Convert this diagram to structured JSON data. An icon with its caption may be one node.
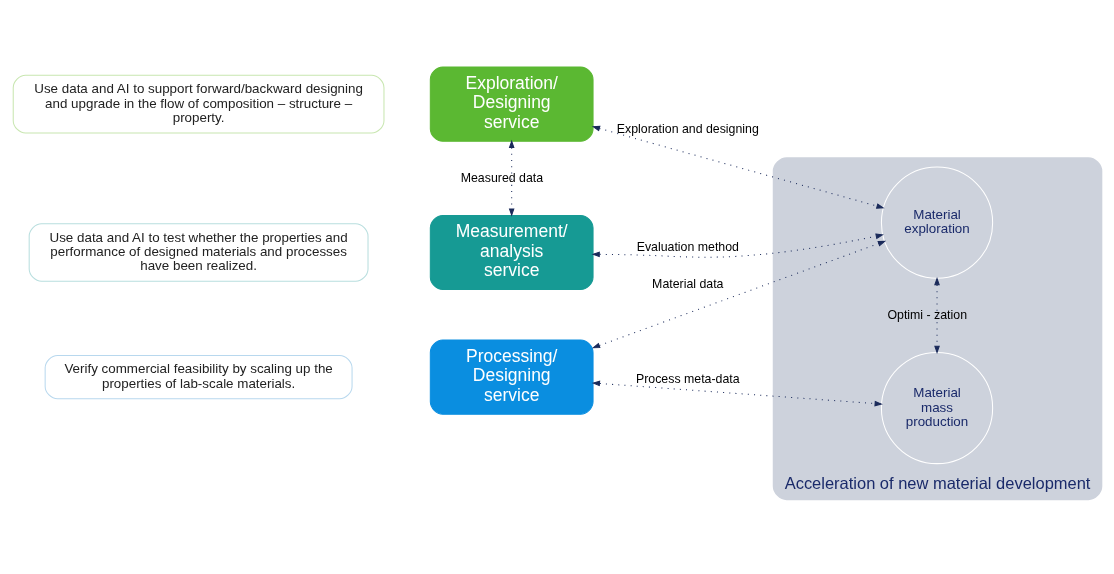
{
  "diagram": {
    "nodes": [
      {
        "text": [
          "Use data and AI to support forward/backward designing and upgrade in the flow of composition – structure – property."
        ]
      },
      {
        "text": [
          "Exploration/ Designing service"
        ]
      },
      {
        "text": [
          "Use data and AI to test whether the properties and performance of designed materials and processes have been realized."
        ]
      },
      {
        "text": [
          "Measurement/ analysis service"
        ]
      },
      {
        "text": [
          "Verify commercial feasibility by scaling up the properties of lab-scale materials."
        ]
      },
      {
        "text": [
          "Processing/ Designing service"
        ]
      },
      {
        "text": [],
        "shape": "box",
        "beside": [
          "Acceleration of new material development"
        ]
      },
      {
        "text": [
          "Material exploration"
        ],
        "in": 6
      },
      {
        "text": [
          "Material mass production"
        ],
        "in": 6
      }
    ],
    "edges": [
      {
        "from": 1,
        "to": 3,
        "arrow": "both",
        "label": "Measured data",
        "style": "dashed"
      },
      {
        "from": 1,
        "to": 7,
        "arrow": "both",
        "label": "Exploration and designing",
        "style": "dashed"
      },
      {
        "from": 3,
        "to": 7,
        "arrow": "both",
        "label": "Evaluation method",
        "style": "dashed"
      },
      {
        "from": 5,
        "to": 7,
        "arrow": "both",
        "label": "Material data",
        "style": "dashed"
      },
      {
        "from": 5,
        "to": 8,
        "arrow": "both",
        "label": "Process meta-data",
        "style": "dashed"
      },
      {
        "from": 7,
        "to": 8,
        "arrow": "both",
        "label": "Optimi - zation",
        "style": "dashed"
      }
    ]
  }
}
